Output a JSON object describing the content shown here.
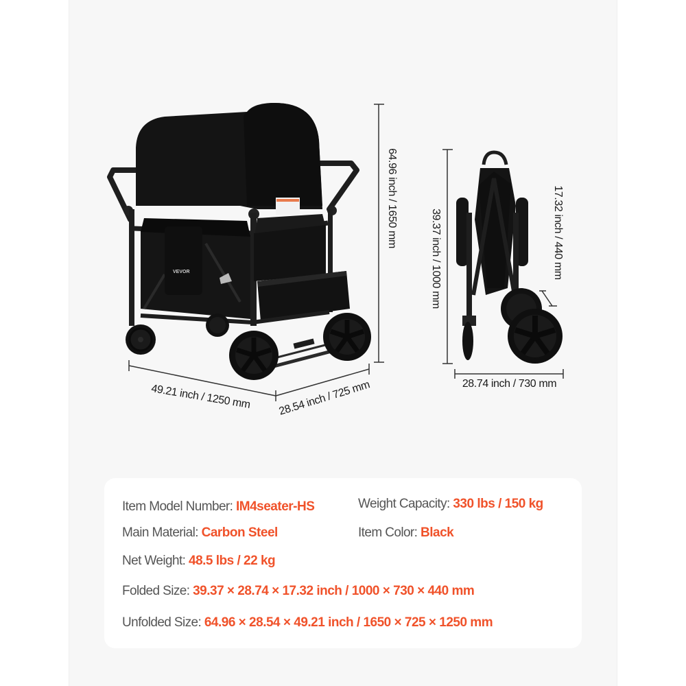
{
  "dimensions": {
    "unfolded": {
      "height": "64.96 inch / 1650 mm",
      "length": "49.21 inch / 1250 mm",
      "width": "28.54 inch / 725 mm"
    },
    "folded": {
      "height": "39.37 inch / 1000 mm",
      "depth": "17.32 inch / 440 mm",
      "width": "28.74 inch / 730 mm"
    }
  },
  "product": {
    "brand_mark": "VEVOR",
    "color_body": "#141414",
    "color_frame": "#1e1e1e"
  },
  "specs": {
    "model": {
      "label": "Item Model Number: ",
      "value": "IM4seater-HS"
    },
    "capacity": {
      "label": "Weight Capacity: ",
      "value": "330 lbs / 150 kg"
    },
    "material": {
      "label": "Main Material: ",
      "value": "Carbon Steel"
    },
    "color": {
      "label": "Item Color: ",
      "value": "Black"
    },
    "net_weight": {
      "label": "Net Weight: ",
      "value": "48.5 lbs / 22 kg"
    },
    "folded_size": {
      "label": "Folded Size: ",
      "value": "39.37 × 28.74 × 17.32 inch / 1000 × 730 × 440 mm"
    },
    "unfolded_size": {
      "label": "Unfolded Size: ",
      "value": "64.96 × 28.54 × 49.21 inch / 1650 × 725 × 1250 mm"
    }
  },
  "theme": {
    "accent": "#f0522a",
    "label_text": "#555555",
    "panel_bg": "#f7f7f7",
    "card_bg": "#ffffff"
  }
}
